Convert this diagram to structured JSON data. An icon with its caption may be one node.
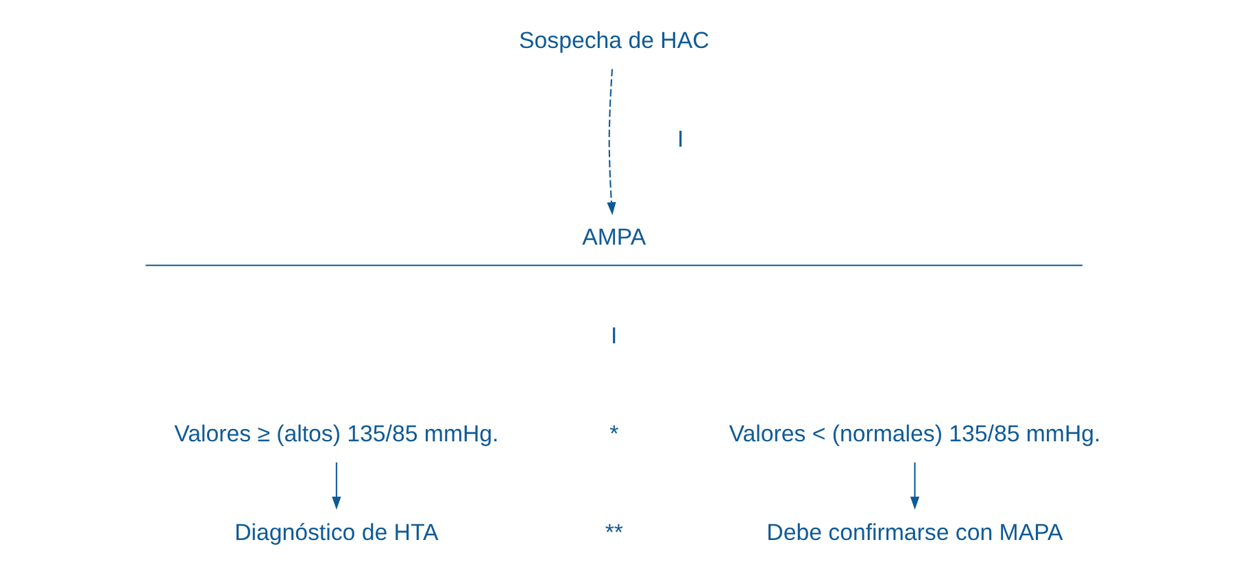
{
  "diagram": {
    "nodes": [
      {
        "text": [
          "Sospecha de HAC"
        ]
      },
      {
        "text": [
          "AMPA"
        ]
      },
      {
        "text": [
          "Valores ≥ (altos) 135/85 mmHg."
        ]
      },
      {
        "text": [
          "Valores < (normales) 135/85 mmHg."
        ]
      },
      {
        "text": [
          "Diagnóstico de HTA"
        ]
      },
      {
        "text": [
          "Debe confirmarse con MAPA"
        ]
      }
    ],
    "edges": [
      {
        "from": 0,
        "to": 1,
        "arrow": "to",
        "style": "dashed"
      },
      {
        "from": 2,
        "to": 4,
        "arrow": "to"
      },
      {
        "from": 3,
        "to": 5,
        "arrow": "to"
      }
    ],
    "labels": [
      "I",
      "I",
      "*",
      "**"
    ]
  }
}
